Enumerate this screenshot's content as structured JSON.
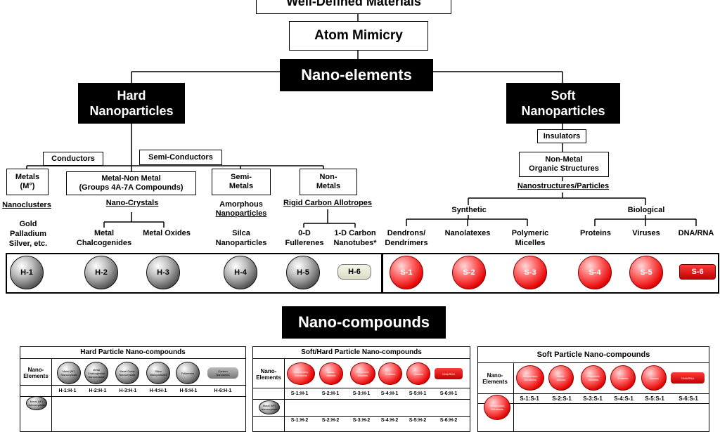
{
  "top": {
    "well_defined": "Well-Defined Materials",
    "atom_mimicry": "Atom Mimicry",
    "nano_elements": "Nano-elements"
  },
  "hard": {
    "title": "Hard\nNanoparticles",
    "conductors": "Conductors",
    "semi_conductors": "Semi-Conductors",
    "metals": "Metals\n(M°)",
    "metal_nonmetal": "Metal-Non Metal\n(Groups 4A-7A Compounds)",
    "semi_metals": "Semi-\nMetals",
    "non_metals": "Non-\nMetals",
    "nanoclusters": "Nanoclusters",
    "nano_crystals": "Nano-Crystals",
    "amorphous_1": "Amorphous",
    "amorphous_2": "Nanoparticles",
    "rigid_carbon": "Rigid Carbon Allotropes",
    "gold": "Gold\nPalladium\nSilver, etc.",
    "metal_chalc": "Metal\nChalcogenides",
    "metal_oxides": "Metal Oxides",
    "silica": "Silca\nNanoparticles",
    "fullerenes": "0-D\nFullerenes",
    "nanotubes": "1-D Carbon\nNanotubes*",
    "items": [
      "H-1",
      "H-2",
      "H-3",
      "H-4",
      "H-5",
      "H-6"
    ]
  },
  "soft": {
    "title": "Soft\nNanoparticles",
    "insulators": "Insulators",
    "non_metal": "Non-Metal\nOrganic Structures",
    "nanostructures": "Nanostructures/Particles",
    "synthetic": "Synthetic",
    "biological": "Biological",
    "dendrons": "Dendrons/\nDendrimers",
    "nanolatexes": "Nanolatexes",
    "polymeric": "Polymeric\nMicelles",
    "proteins": "Proteins",
    "viruses": "Viruses",
    "dna": "DNA/RNA",
    "items": [
      "S-1",
      "S-2",
      "S-3",
      "S-4",
      "S-5",
      "S-6"
    ]
  },
  "compounds": {
    "title": "Nano-compounds",
    "tables": [
      {
        "title": "Hard Particle Nano-compounds",
        "corner": "Nano-\nElements",
        "header": [
          "Metal (M°)\nNanocrystals",
          "Metal\nChalcogenide\nNanocrystals",
          "Metal Oxide\nNanocrystals",
          "Silica\nNanoparticles",
          "Fullerenes",
          "Carbon\nNanotubes"
        ],
        "row1": [
          "H-1:H-1",
          "H-2:H-1",
          "H-3:H-1",
          "H-4:H-1",
          "H-5:H-1",
          "H-6:H-1"
        ],
        "row_label": "Metal (M°)\nNanocrystals"
      },
      {
        "title": "Soft/Hard Particle Nano-compounds",
        "corner": "Nano-\nElements",
        "header": [
          "Dendrimers\nDendrons",
          "Nano-\nlatexes",
          "Polymeric\nMicelles",
          "Proteins",
          "Viruses",
          "DNA/RNA"
        ],
        "row1": [
          "S-1:H-1",
          "S-2:H-1",
          "S-3:H-1",
          "S-4:H-1",
          "S-5:H-1",
          "S-6:H-1"
        ],
        "row2": [
          "S-1:H-2",
          "S-2:H-2",
          "S-3:H-2",
          "S-4:H-2",
          "S-5:H-2",
          "S-6:H-2"
        ],
        "row_label": "Metal (M°)\nNanocrystals"
      },
      {
        "title": "Soft Particle Nano-compounds",
        "corner": "Nano-\nElements",
        "header": [
          "Dendrimers\nDendrons",
          "Nano-\nlatexes",
          "Polymeric\nMicelles",
          "Proteins",
          "Viruses",
          "DNA/RNA"
        ],
        "row1": [
          "S-1:S-1",
          "S-2:S-1",
          "S-3:S-1",
          "S-4:S-1",
          "S-5:S-1",
          "S-6:S-1"
        ],
        "row_label": "Dendrimers\nDendrons"
      }
    ]
  }
}
